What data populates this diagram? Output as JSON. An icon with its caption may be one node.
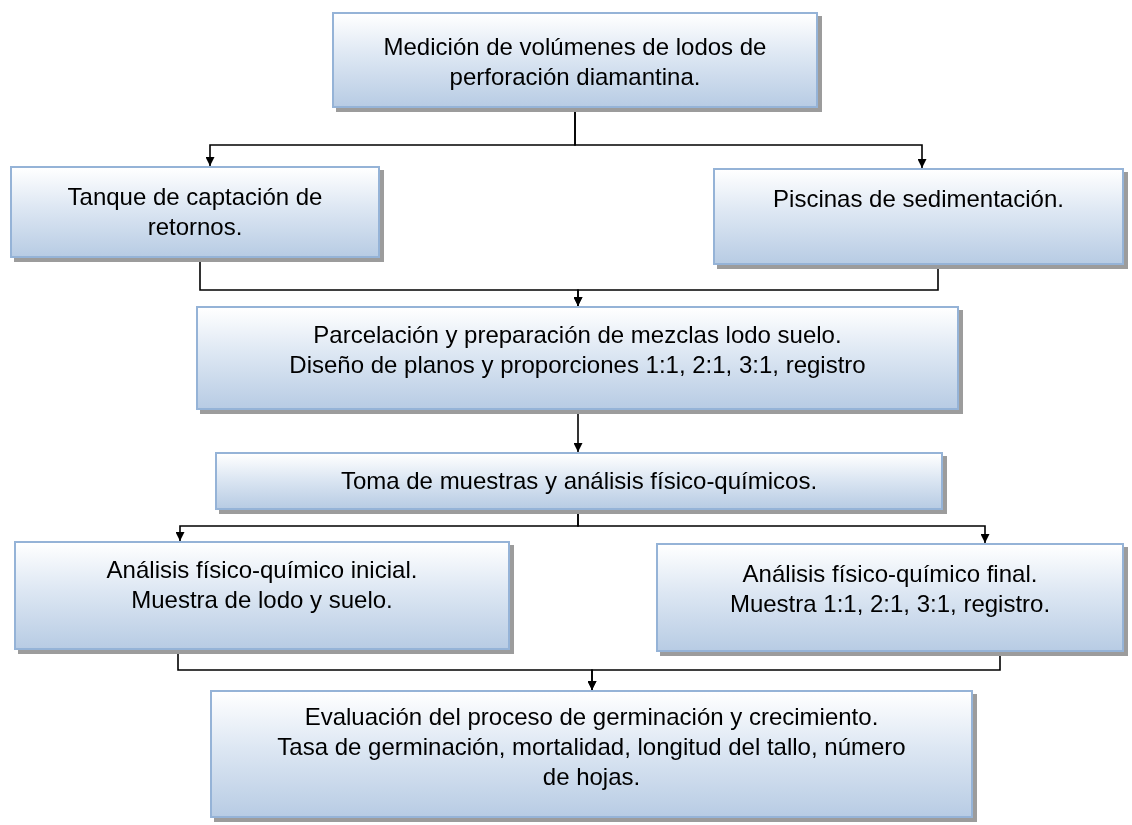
{
  "diagram": {
    "nodes": [
      {
        "text": [
          "Medición de volúmenes de lodos de perforación diamantina."
        ]
      },
      {
        "text": [
          "Tanque de captación de retornos."
        ]
      },
      {
        "text": [
          "Piscinas de sedimentación."
        ]
      },
      {
        "text": [
          "Parcelación y preparación de mezclas lodo suelo.",
          "Diseño de planos y proporciones 1:1, 2:1, 3:1, registro"
        ]
      },
      {
        "text": [
          "Toma de muestras y análisis físico-químicos."
        ]
      },
      {
        "text": [
          "Análisis físico-químico inicial.",
          "Muestra de lodo y suelo."
        ]
      },
      {
        "text": [
          "Análisis físico-químico final.",
          "Muestra 1:1, 2:1, 3:1, registro."
        ]
      },
      {
        "text": [
          "Evaluación del proceso de germinación y crecimiento.",
          "Tasa de germinación, mortalidad, longitud del tallo, número de hojas."
        ]
      }
    ],
    "edges": [
      {
        "from": 0,
        "to": 1,
        "arrow": "to"
      },
      {
        "from": 0,
        "to": 2,
        "arrow": "to"
      },
      {
        "from": 1,
        "to": 3,
        "arrow": "to"
      },
      {
        "from": 2,
        "to": 3,
        "arrow": "to"
      },
      {
        "from": 3,
        "to": 4,
        "arrow": "to"
      },
      {
        "from": 4,
        "to": 5,
        "arrow": "to"
      },
      {
        "from": 4,
        "to": 6,
        "arrow": "to"
      },
      {
        "from": 5,
        "to": 7,
        "arrow": "to"
      },
      {
        "from": 6,
        "to": 7,
        "arrow": "to"
      }
    ]
  }
}
